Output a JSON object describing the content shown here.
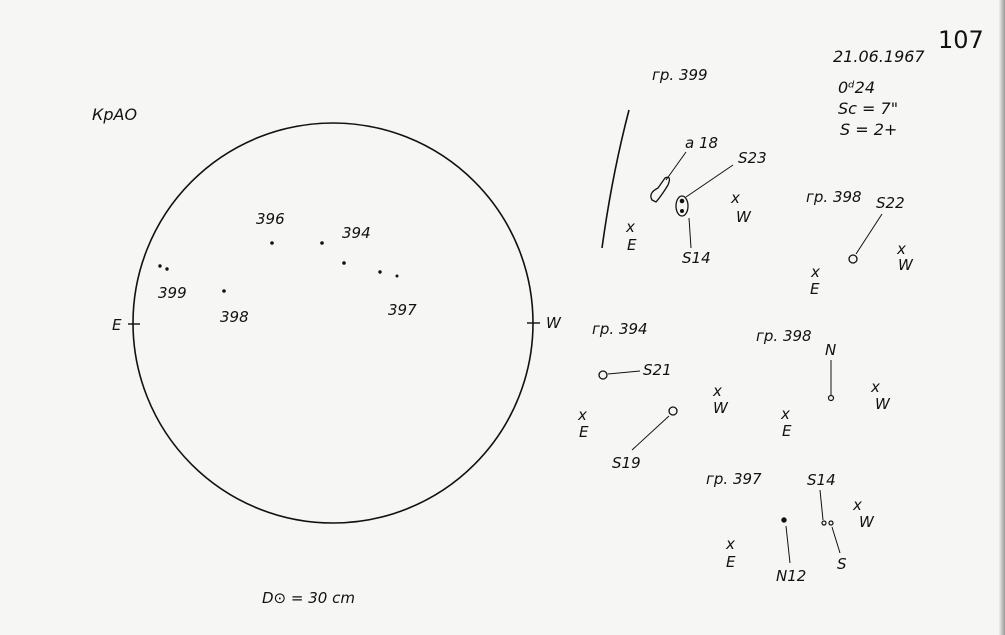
{
  "header": {
    "page_number": "107",
    "date": "21.06.1967",
    "time": "0ᵈ24",
    "seeing": "Sc = 7\"",
    "sharpness": "S = 2+",
    "observatory": "КрАО"
  },
  "disk": {
    "east": "E",
    "west": "W",
    "groups": [
      "396",
      "394",
      "399",
      "398",
      "397"
    ],
    "diameter_note": "D⊙ = 30 cm"
  },
  "group_399": {
    "title": "гр. 399",
    "labels": [
      "a 18",
      "S23",
      "S14"
    ],
    "east": "E",
    "west": "W"
  },
  "group_398_top": {
    "title": "гр. 398",
    "labels": [
      "S22"
    ],
    "east": "E",
    "west": "W"
  },
  "group_394": {
    "title": "гр. 394",
    "labels": [
      "S21",
      "S19"
    ],
    "east": "E",
    "west": "W"
  },
  "group_398": {
    "title": "гр. 398",
    "labels": [
      "N"
    ],
    "east": "E",
    "west": "W"
  },
  "group_397": {
    "title": "гр. 397",
    "labels": [
      "S14",
      "N12",
      "S"
    ],
    "east": "E",
    "west": "W"
  },
  "marks": {
    "cross": "x"
  }
}
